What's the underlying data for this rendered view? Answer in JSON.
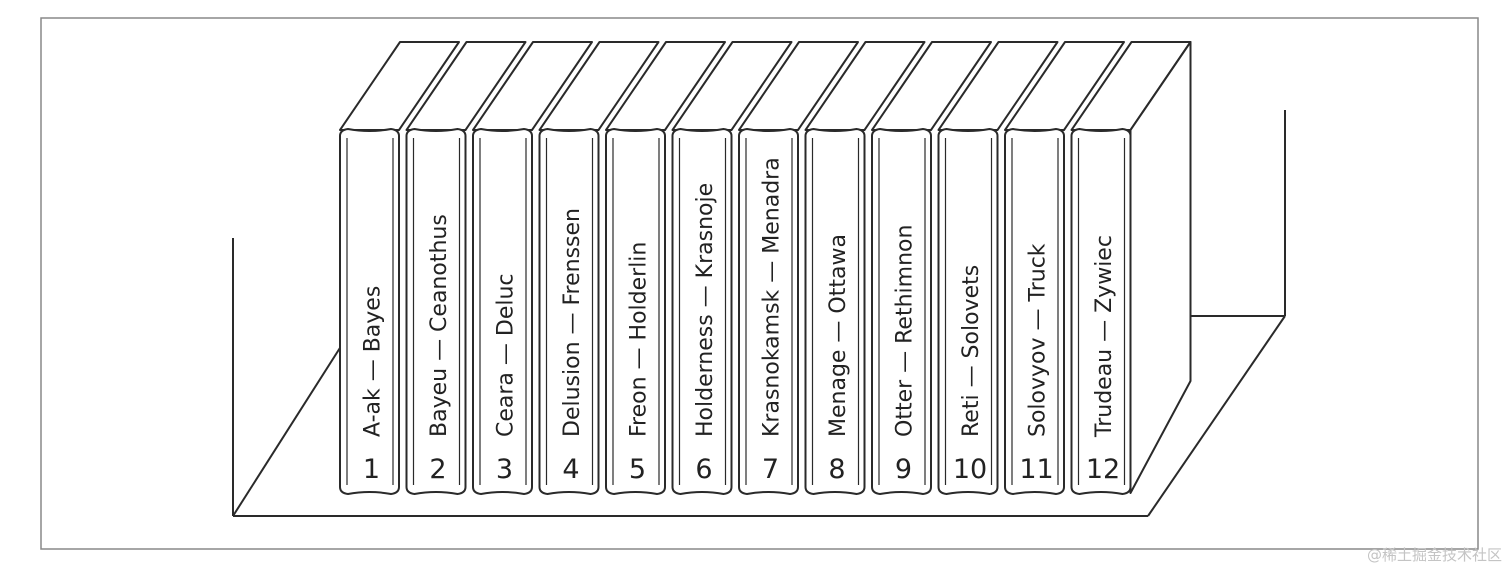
{
  "books": [
    {
      "volume": "1",
      "title": "A-ak — Bayes"
    },
    {
      "volume": "2",
      "title": "Bayeu — Ceanothus"
    },
    {
      "volume": "3",
      "title": "Ceara — Deluc"
    },
    {
      "volume": "4",
      "title": "Delusion — Frenssen"
    },
    {
      "volume": "5",
      "title": "Freon — Holderlin"
    },
    {
      "volume": "6",
      "title": "Holderness — Krasnoje"
    },
    {
      "volume": "7",
      "title": "Krasnokamsk — Menadra"
    },
    {
      "volume": "8",
      "title": "Menage — Ottawa"
    },
    {
      "volume": "9",
      "title": "Otter — Rethimnon"
    },
    {
      "volume": "10",
      "title": "Reti — Solovets"
    },
    {
      "volume": "11",
      "title": "Solovyov — Truck"
    },
    {
      "volume": "12",
      "title": "Trudeau — Zywiec"
    }
  ],
  "watermark": "@稀土掘金技术社区",
  "colors": {
    "stroke": "#2a2a2a",
    "frame": "#888888",
    "background": "#ffffff"
  }
}
